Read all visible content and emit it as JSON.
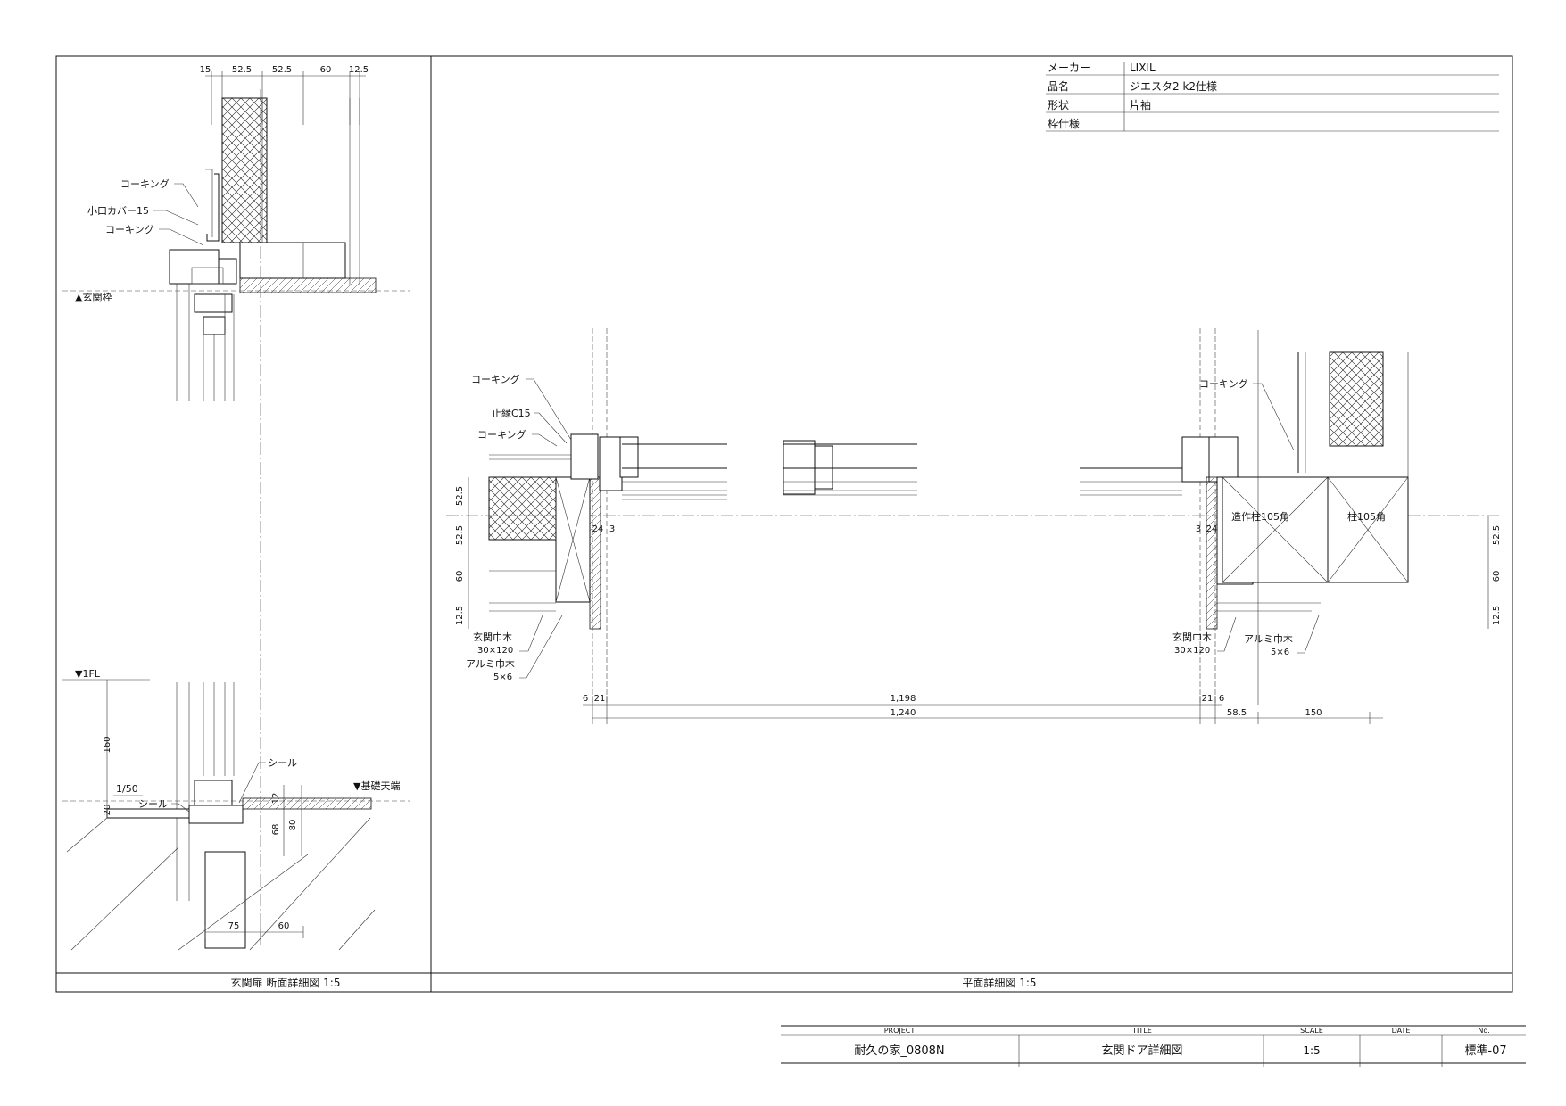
{
  "spec_table": {
    "rows": [
      {
        "label": "メーカー",
        "value": "LIXIL"
      },
      {
        "label": "品名",
        "value": "ジエスタ2 k2仕様"
      },
      {
        "label": "形状",
        "value": "片袖"
      },
      {
        "label": "枠仕様",
        "value": ""
      }
    ]
  },
  "section_view": {
    "caption": "玄関扉 断面詳細図 1:5",
    "top_dims": [
      "15",
      "52.5",
      "52.5",
      "60",
      "12.5"
    ],
    "labels": {
      "caulking1": "コーキング",
      "cover": "小口カバー15",
      "caulking2": "コーキング",
      "frame_level": "▲玄関枠",
      "fl_level": "▼1FL",
      "seal1": "シール",
      "seal2": "シール",
      "foundation": "▼基礎天端",
      "slope": "1/50"
    },
    "vertical_dims": [
      "160",
      "20",
      "12",
      "68",
      "80"
    ],
    "bottom_dims": [
      "75",
      "60"
    ]
  },
  "plan_view": {
    "caption": "平面詳細図 1:5",
    "left_labels": {
      "caulking1": "コーキング",
      "stop_bead": "止縁C15",
      "caulking2": "コーキング",
      "baseboard": "玄関巾木",
      "baseboard_size": "30×120",
      "alu_baseboard": "アルミ巾木",
      "alu_size": "5×6"
    },
    "right_labels": {
      "caulking": "コーキング",
      "post1": "造作柱105角",
      "post2": "柱105角",
      "baseboard": "玄関巾木",
      "baseboard_size": "30×120",
      "alu_baseboard": "アルミ巾木",
      "alu_size": "5×6"
    },
    "left_vertical_dims": [
      "52.5",
      "52.5",
      "60",
      "12.5"
    ],
    "right_vertical_dims": [
      "52.5",
      "60",
      "12.5"
    ],
    "inner_dims": {
      "l_24": "24",
      "l_3": "3",
      "r_3": "3",
      "r_24": "24"
    },
    "bottom_dims": {
      "l6": "6",
      "l21": "21",
      "inner": "1,198",
      "r21": "21",
      "r6": "6",
      "overall": "1,240",
      "d58": "58.5",
      "d150": "150"
    }
  },
  "title_block": {
    "headers": [
      "PROJECT",
      "TITLE",
      "SCALE",
      "DATE",
      "No."
    ],
    "values": [
      "耐久の家_0808N",
      "玄関ドア詳細図",
      "1:5",
      "",
      "標準-07"
    ]
  }
}
